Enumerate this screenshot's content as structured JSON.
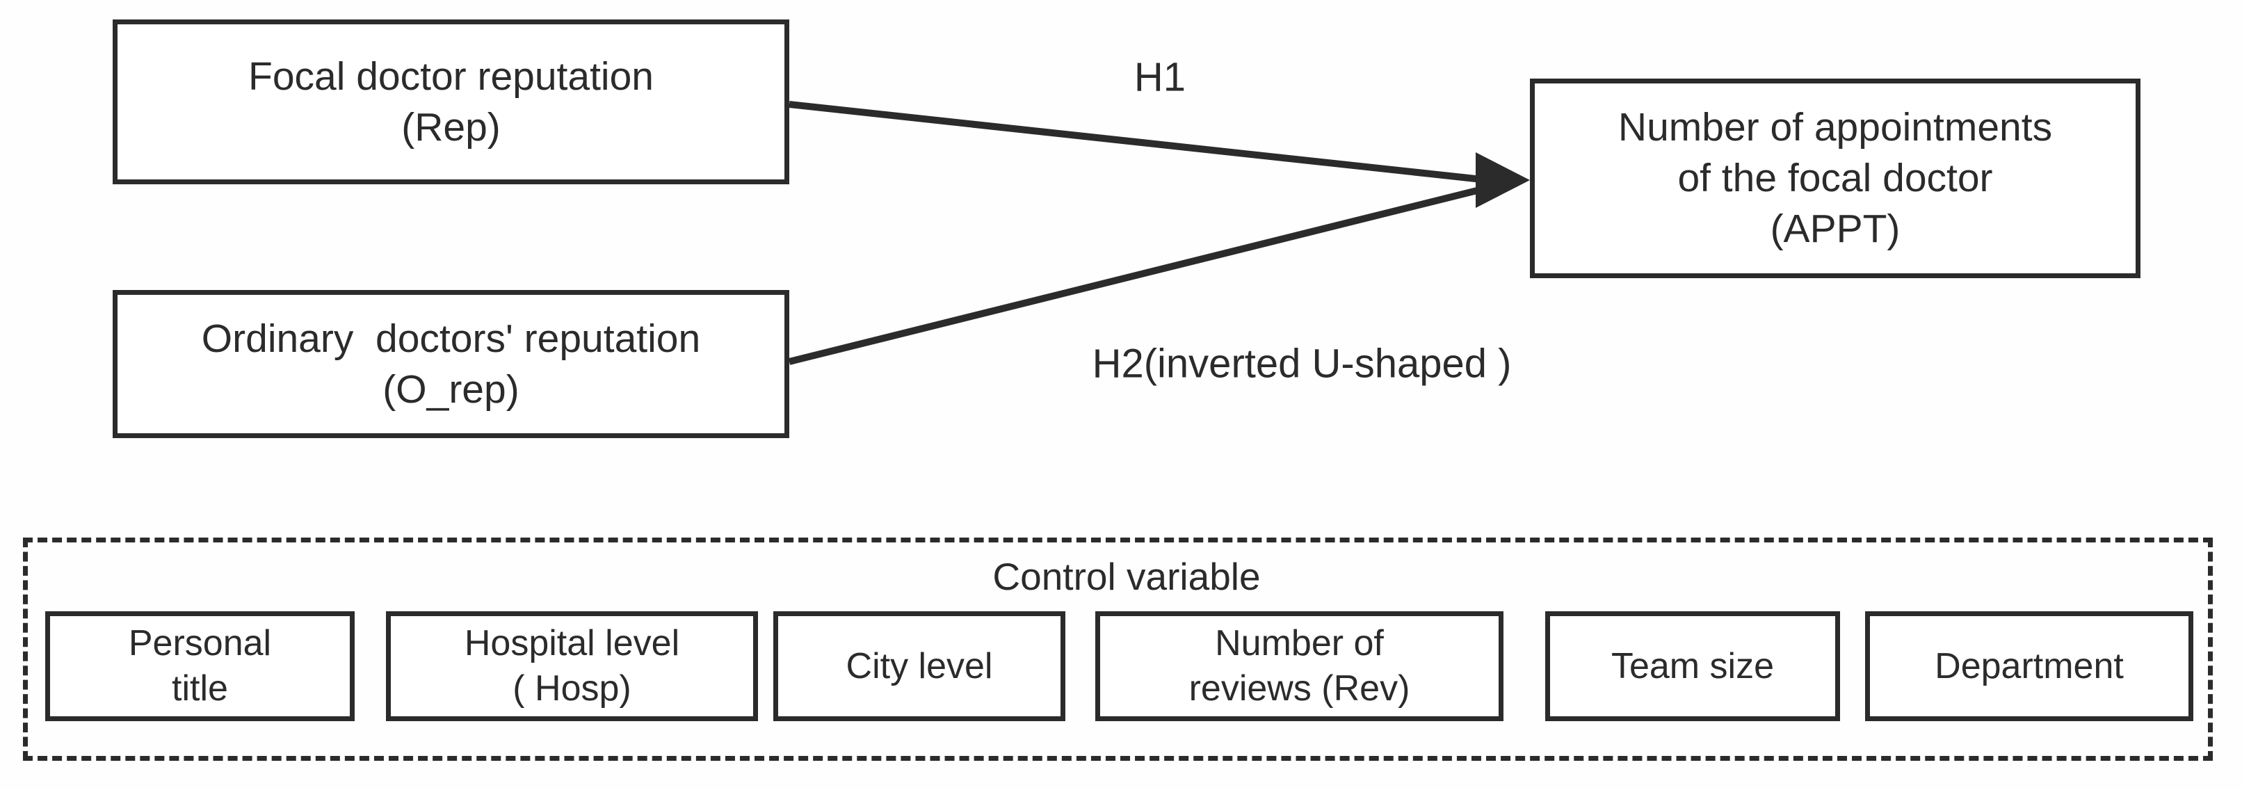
{
  "diagram": {
    "background_color": "#ffffff",
    "line_color": "#2b2b2b",
    "text_color": "#2b2b2b",
    "boxes": {
      "rep": {
        "label": "Focal doctor reputation\n(Rep)"
      },
      "o_rep": {
        "label": "Ordinary  doctors' reputation\n(O_rep)"
      },
      "appt": {
        "label": "Number of appointments\nof the focal doctor\n(APPT)"
      }
    },
    "arrows": {
      "h1": {
        "label": "H1",
        "from": "rep",
        "to": "appt"
      },
      "h2": {
        "label": "H2(inverted U-shaped )",
        "from": "o_rep",
        "to": "appt"
      }
    },
    "control_panel": {
      "title": "Control variable",
      "items": [
        {
          "label": "Personal\ntitle"
        },
        {
          "label": "Hospital level\n( Hosp)"
        },
        {
          "label": "City level"
        },
        {
          "label": "Number of\nreviews (Rev)"
        },
        {
          "label": "Team size"
        },
        {
          "label": "Department"
        }
      ]
    }
  }
}
